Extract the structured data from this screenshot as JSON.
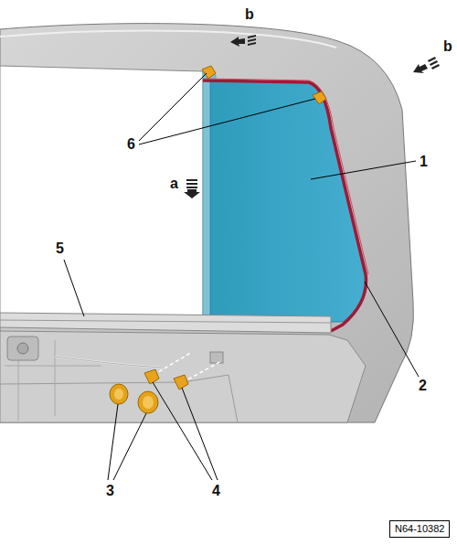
{
  "diagram": {
    "nodes": [
      {
        "text": [
          "N64-10382"
        ]
      }
    ],
    "labels": [
      "b",
      "b",
      "6",
      "1",
      "a",
      "5",
      "2",
      "3",
      "4"
    ]
  }
}
